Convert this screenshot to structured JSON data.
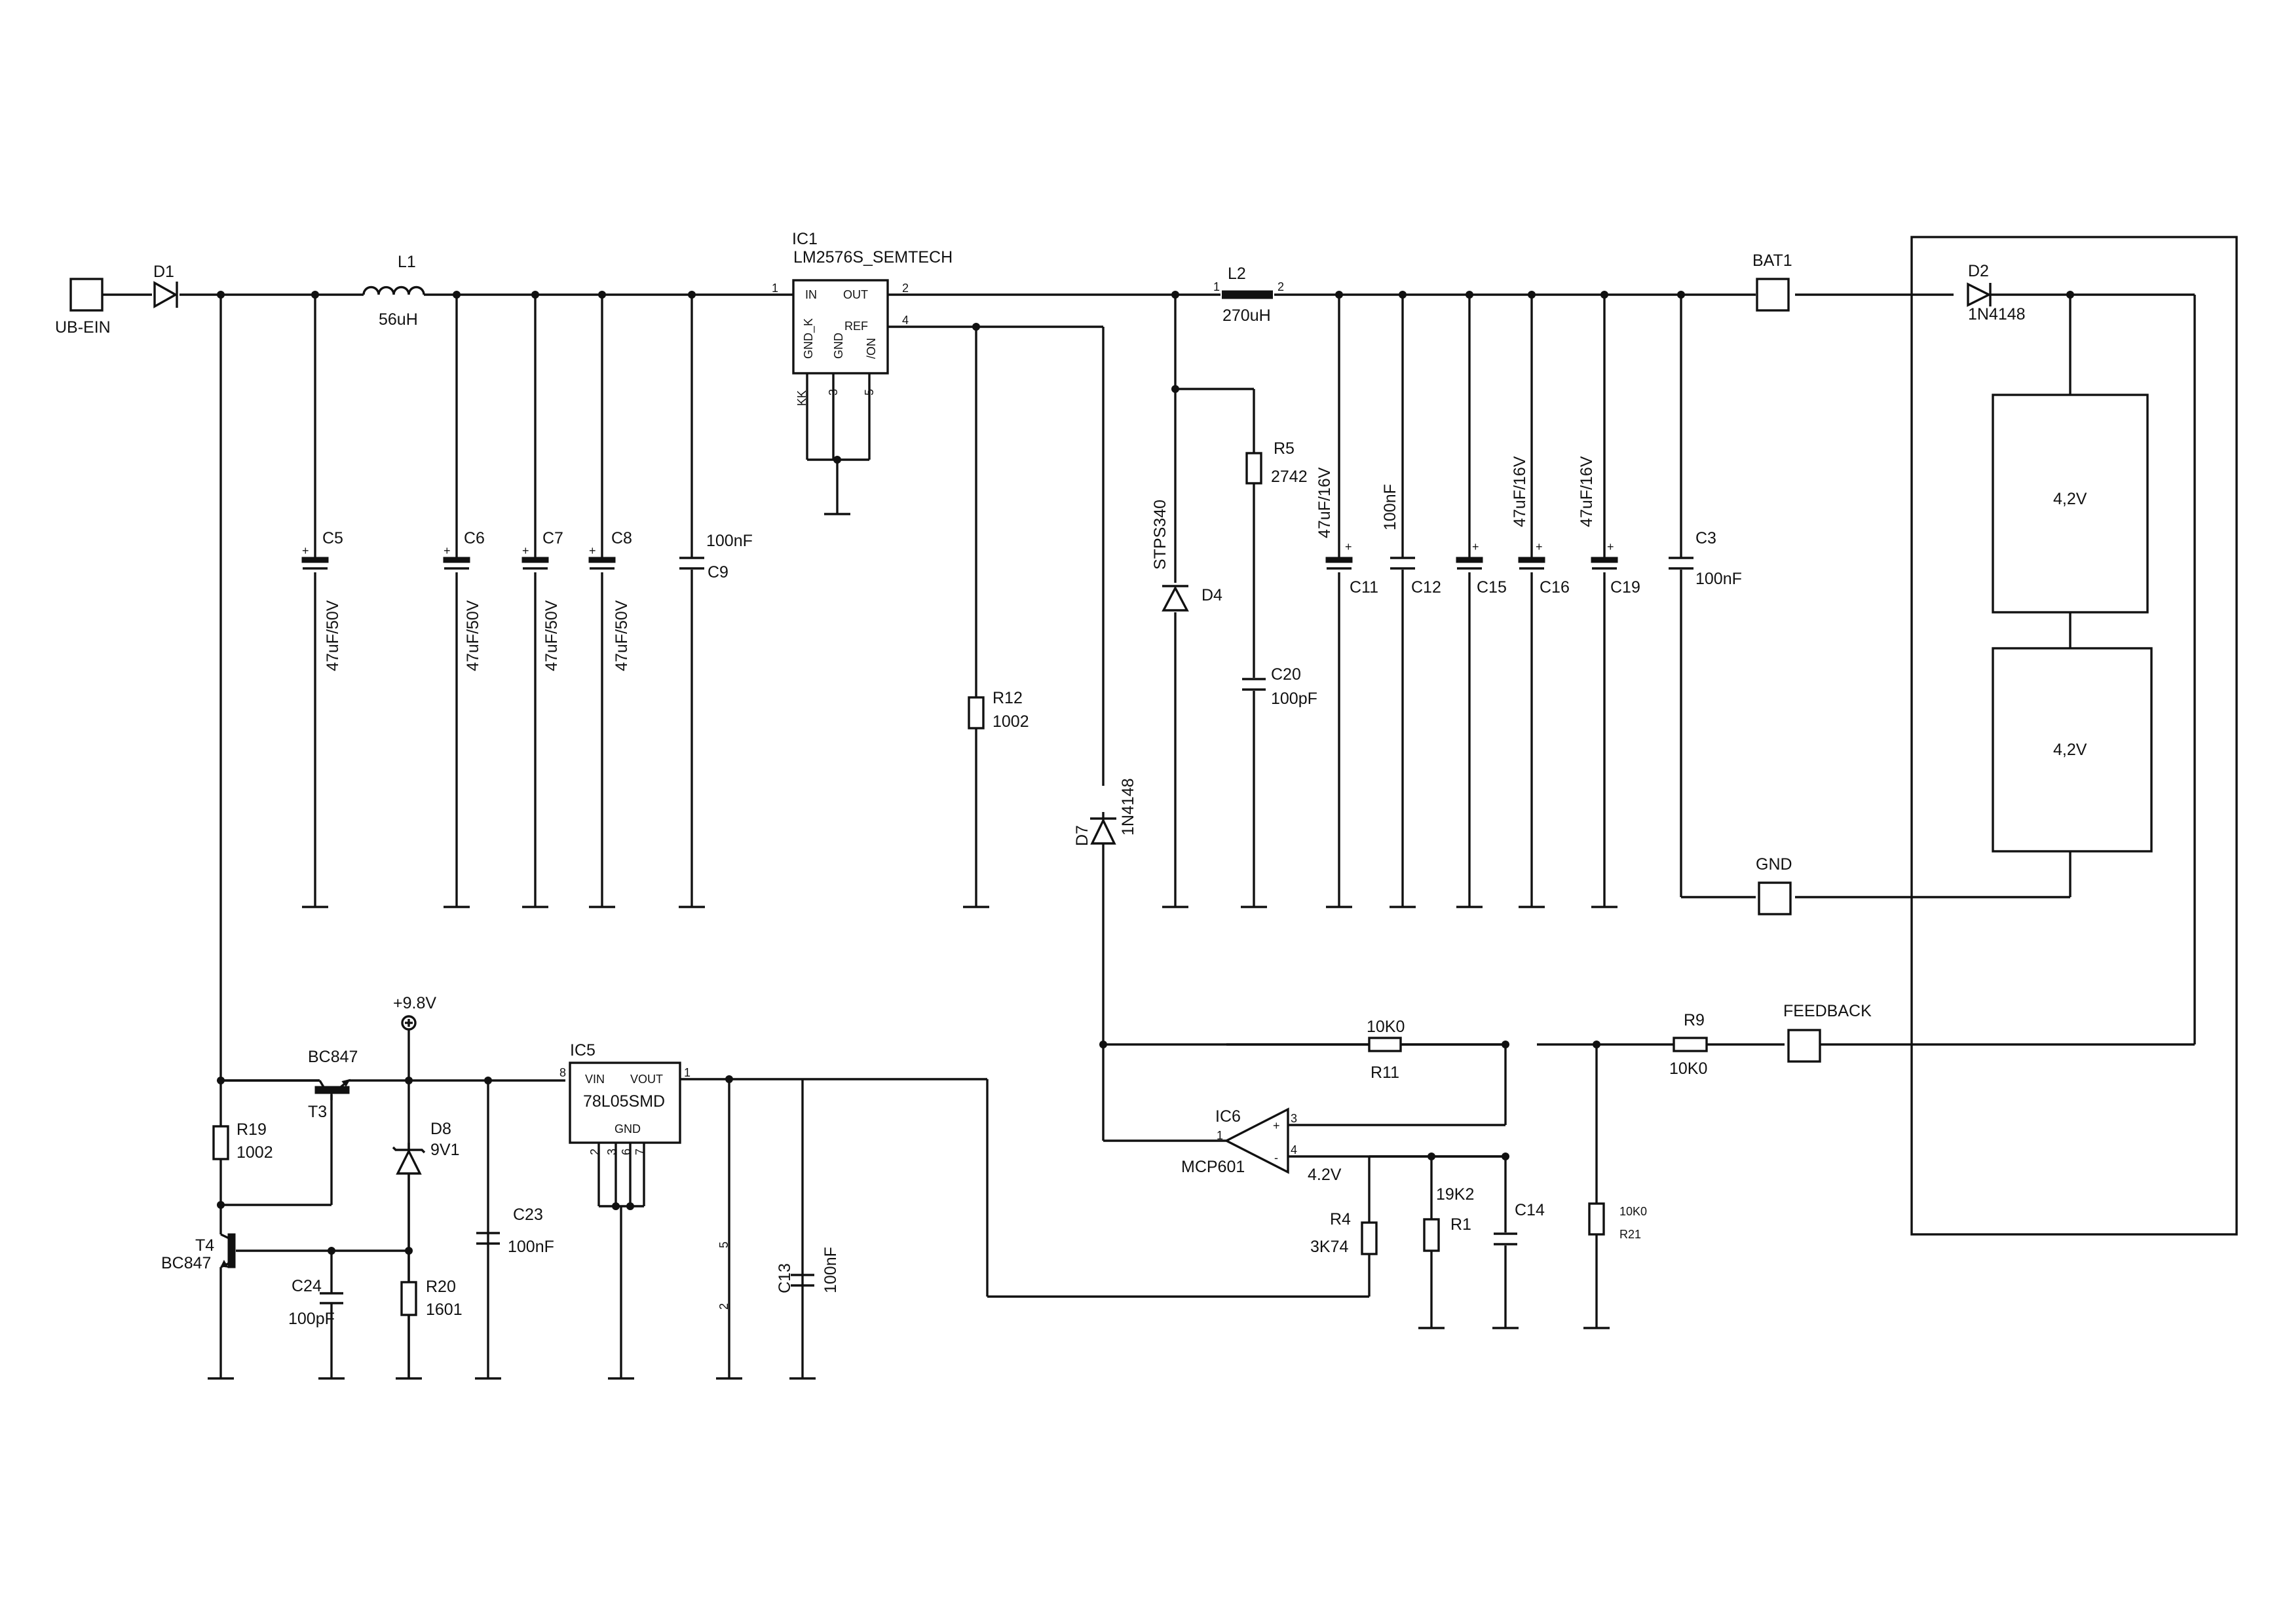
{
  "connectors": {
    "ub_ein": "UB-EIN",
    "bat1": "BAT1",
    "gnd": "GND",
    "feedback": "FEEDBACK"
  },
  "parts": {
    "d1": "D1",
    "l1": {
      "ref": "L1",
      "value": "56uH"
    },
    "c5": {
      "ref": "C5",
      "value": "47uF/50V"
    },
    "c6": {
      "ref": "C6",
      "value": "47uF/50V"
    },
    "c7": {
      "ref": "C7",
      "value": "47uF/50V"
    },
    "c8": {
      "ref": "C8",
      "value": "47uF/50V"
    },
    "c9": {
      "ref": "C9",
      "value": "100nF"
    },
    "ic1": {
      "ref": "IC1",
      "part": "LM2576S_SEMTECH",
      "pin_in": "IN",
      "pin_out": "OUT",
      "pin_gnd_k": "GND_K",
      "pin_gnd": "GND",
      "pin_ref": "REF",
      "pin_on": "/ON",
      "pin_kk": "KK",
      "n1": "1",
      "n2": "2",
      "n3": "3",
      "n4": "4",
      "n5": "5"
    },
    "l2": {
      "ref": "L2",
      "value": "270uH",
      "n1": "1",
      "n2": "2"
    },
    "d4": {
      "ref": "D4",
      "value": "STPS340"
    },
    "r5": {
      "ref": "R5",
      "value": "2742"
    },
    "c20": {
      "ref": "C20",
      "value": "100pF"
    },
    "c11": {
      "ref": "C11",
      "value": "47uF/16V"
    },
    "c12": {
      "ref": "C12",
      "value": "100nF"
    },
    "c15": {
      "ref": "C15",
      "value": "47uF/16V"
    },
    "c16": {
      "ref": "C16"
    },
    "c19": {
      "ref": "C19",
      "value": "47uF/16V"
    },
    "c3": {
      "ref": "C3",
      "value": "100nF"
    },
    "r12": {
      "ref": "R12",
      "value": "1002"
    },
    "d7": {
      "ref": "D7",
      "value": "1N4148"
    },
    "d2": {
      "ref": "D2",
      "value": "1N4148"
    },
    "cell_top": "4,2V",
    "cell_bottom": "4,2V",
    "r11": {
      "ref": "R11",
      "value": "10K0"
    },
    "r9": {
      "ref": "R9",
      "value": "10K0"
    },
    "ic6": {
      "ref": "IC6",
      "part": "MCP601",
      "n1": "1",
      "n3": "3",
      "n4": "4",
      "ref_voltage": "4.2V"
    },
    "r4": {
      "ref": "R4",
      "value": "3K74"
    },
    "r1": {
      "ref": "R1",
      "value": "19K2"
    },
    "c14": {
      "ref": "C14"
    },
    "r21": {
      "ref": "R21",
      "value": "10K0"
    },
    "t3": {
      "ref": "T3",
      "part": "BC847"
    },
    "t4": {
      "ref": "T4",
      "part": "BC847"
    },
    "rail_98": "+9.8V",
    "d8": {
      "ref": "D8",
      "value": "9V1"
    },
    "r19": {
      "ref": "R19",
      "value": "1002"
    },
    "c24": {
      "ref": "C24",
      "value": "100pF"
    },
    "r20": {
      "ref": "R20",
      "value": "1601"
    },
    "c23": {
      "ref": "C23",
      "value": "100nF"
    },
    "ic5": {
      "ref": "IC5",
      "part": "78L05SMD",
      "pin_vin": "VIN",
      "pin_vout": "VOUT",
      "pin_gnd": "GND",
      "n8": "8",
      "n1": "1",
      "n2": "2",
      "n3": "3",
      "n6": "6",
      "n7": "7"
    },
    "ic5_nc_5": "5",
    "ic5_nc_2": "2",
    "c13": {
      "ref": "C13",
      "value": "100nF"
    }
  }
}
